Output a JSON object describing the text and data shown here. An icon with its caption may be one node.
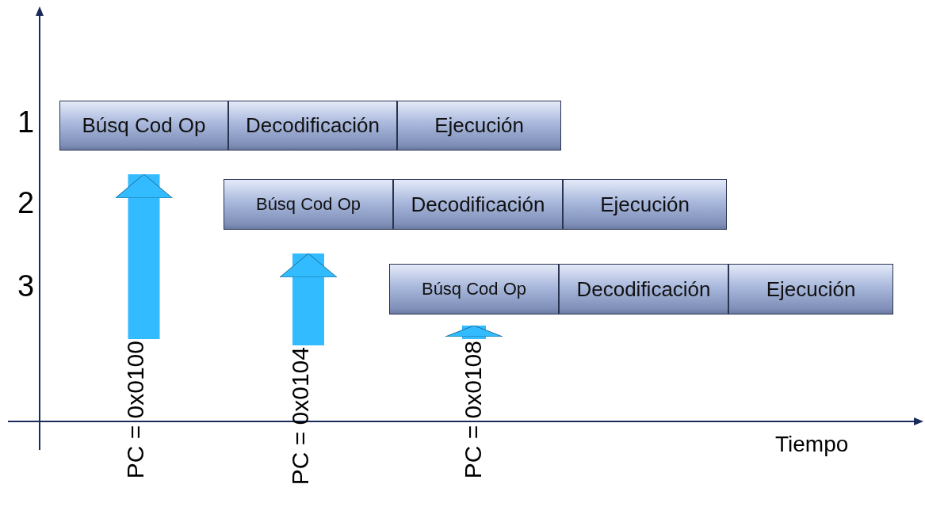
{
  "diagram": {
    "nodes": [
      {
        "text": [
          "Búsq Cod Op"
        ]
      },
      {
        "text": [
          "Decodificación"
        ]
      },
      {
        "text": [
          "Ejecución"
        ]
      },
      {
        "text": [
          "Búsq Cod Op"
        ]
      },
      {
        "text": [
          "Decodificación"
        ]
      },
      {
        "text": [
          "Ejecución"
        ]
      },
      {
        "text": [
          "Búsq Cod Op"
        ]
      },
      {
        "text": [
          "Decodificación"
        ]
      },
      {
        "text": [
          "Ejecución"
        ]
      },
      {
        "text": [
          "PC = 0x0100"
        ]
      },
      {
        "text": [
          "PC = 0x0104"
        ]
      },
      {
        "text": [
          "PC = 0x0108"
        ]
      }
    ],
    "edges": [
      {
        "from": 9,
        "to": 0,
        "arrow": "to"
      },
      {
        "from": 10,
        "to": 3,
        "arrow": "to"
      },
      {
        "from": 11,
        "to": 6,
        "arrow": "to"
      }
    ],
    "labels": [
      "1",
      "2",
      "3",
      "Tiempo"
    ]
  }
}
